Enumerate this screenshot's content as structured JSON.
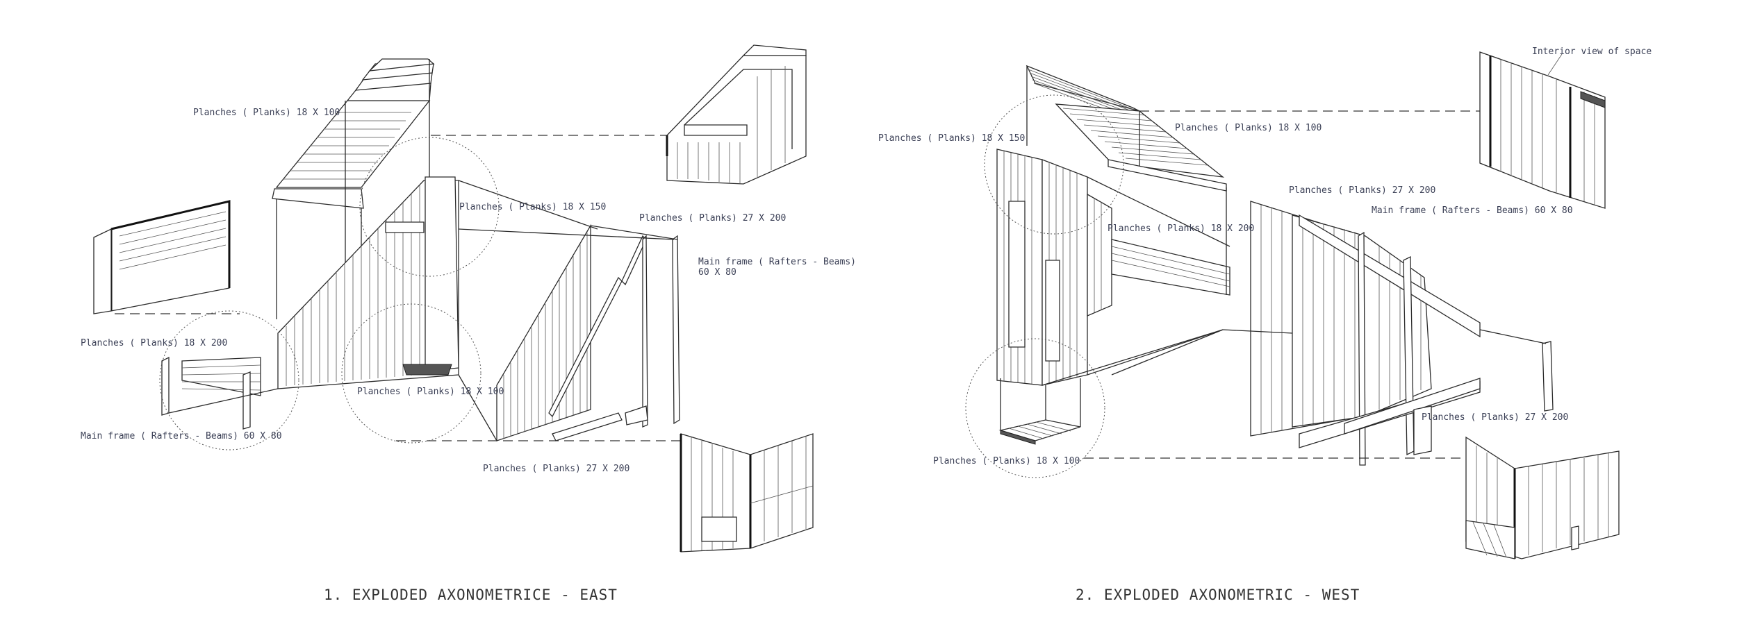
{
  "captions": {
    "east": "1. EXPLODED AXONOMETRICE - EAST",
    "west": "2. EXPLODED AXONOMETRIC - WEST"
  },
  "east_labels": {
    "planks_18x100_top": "Planches ( Planks) 18 X 100",
    "planks_18x150": "Planches ( Planks) 18 X 150",
    "planks_27x200_top": "Planches ( Planks) 27 X 200",
    "main_frame_right_1": "Main frame ( Rafters - Beams)",
    "main_frame_right_2": "60 X 80",
    "planks_18x200": "Planches ( Planks) 18 X 200",
    "planks_18x100_mid": "Planches ( Planks) 18 X 100",
    "main_frame_left": "Main frame ( Rafters - Beams)  60 X 80",
    "planks_27x200_bottom": "Planches ( Planks) 27 X 200"
  },
  "west_labels": {
    "interior_view": "Interior view of space",
    "planks_18x150": "Planches ( Planks) 18 X 150",
    "planks_18x100_top": "Planches ( Planks) 18 X 100",
    "planks_27x200_top": "Planches ( Planks) 27 X 200",
    "main_frame": "Main frame ( Rafters - Beams)  60 X 80",
    "planks_18x200": "Planches ( Planks) 18 X 200",
    "planks_27x200_bottom": "Planches ( Planks) 27 X 200",
    "planks_18x100_bottom": "Planches ( Planks) 18 X 100"
  }
}
